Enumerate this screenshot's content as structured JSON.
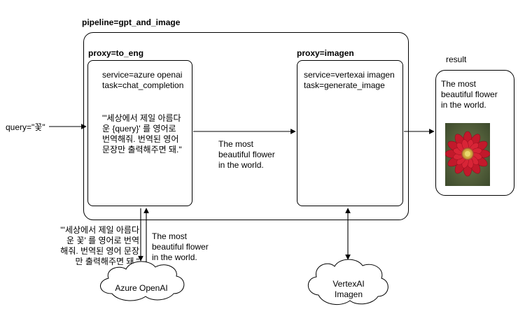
{
  "pipeline": {
    "label": "pipeline=gpt_and_image"
  },
  "proxy_to_eng": {
    "label": "proxy=to_eng",
    "service": "service=azure openai",
    "task": "task=chat_completion",
    "prompt": "\"'세상에서 제일 아름다\n운 {query}' 를 영어로\n번역해줘. 번역된 영어\n문장만 출력해주면 돼.\""
  },
  "proxy_imagen": {
    "label": "proxy=imagen",
    "service": "service=vertexai imagen",
    "task": "task=generate_image"
  },
  "query": {
    "label": "query=\"꽃\""
  },
  "middle_text": "The most\nbeautiful flower\nin the world.",
  "result": {
    "label": "result",
    "text": "The most\nbeautiful flower\nin the world."
  },
  "azure_request": "\"'세상에서 제일 아름다\n운 꽃' 를 영어로 번역\n해줘. 번역된 영어 문장\n만 출력해주면 돼.\"",
  "azure_response": "The most\nbeautiful flower\nin the world.",
  "clouds": {
    "azure": "Azure OpenAI",
    "vertex": "VertexAI\nImagen"
  }
}
